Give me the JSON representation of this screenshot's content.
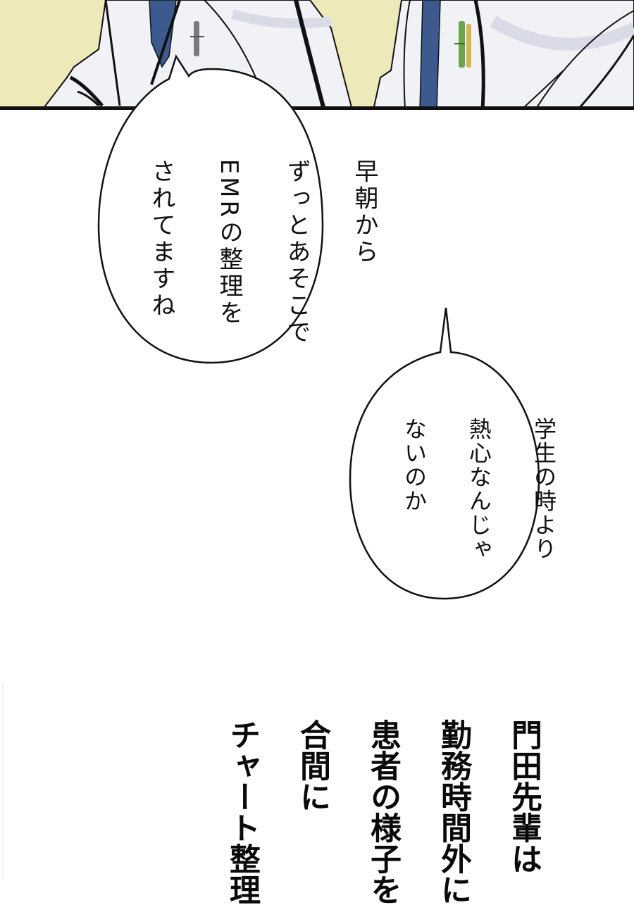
{
  "panel_top": {
    "description": "Two doctors in white coats with blue ties, pens in breast pockets, yellow background",
    "colors": {
      "background": "#eee9b9",
      "coat": "#f1f2f6",
      "coat_shadow": "#d9dbe6",
      "tie": "#3d5a8f",
      "pen_gray": "#7a7a7a",
      "pen_green": "#6aa64a",
      "pen_yellow": "#d6b450",
      "border": "#111111"
    }
  },
  "bubble_1": {
    "lines": [
      "早朝から",
      "ずっとあそこで",
      "EMRの整理を",
      "されてますね"
    ]
  },
  "bubble_2": {
    "lines": [
      "学生の時より",
      "熱心なんじゃ",
      "ないのか"
    ]
  },
  "narration": {
    "lines": [
      "門田先輩は",
      "勤務時間外に",
      "患者の様子を",
      "合間に",
      "チャート整理"
    ]
  }
}
